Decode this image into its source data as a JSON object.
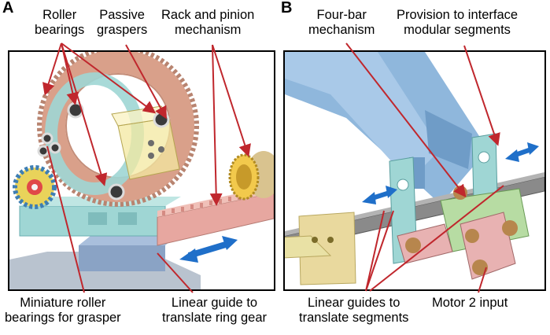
{
  "panels": {
    "a": {
      "letter": "A",
      "labels": {
        "roller_bearings": "Roller\nbearings",
        "passive_graspers": "Passive\ngraspers",
        "rack_pinion": "Rack and pinion\nmechanism",
        "miniature_roller": "Miniature roller\nbearings for grasper",
        "linear_guide_ring": "Linear guide to\ntranslate ring gear"
      }
    },
    "b": {
      "letter": "B",
      "labels": {
        "four_bar": "Four-bar\nmechanism",
        "provision": "Provision to interface\nmodular segments",
        "linear_guides_segments": "Linear guides to\ntranslate segments",
        "motor2": "Motor 2 input"
      }
    }
  },
  "colors": {
    "annotation_line": "#c0272d",
    "motion_arrow": "#1f6fc9",
    "ring_gear": "#d9a08a",
    "rack": "#e7a7a0",
    "teal_part": "#9fd6d4",
    "blue_tube": "#8fb7dc",
    "pinion": "#f2c94c",
    "yellow_gear": "#e9d35a",
    "guide_steel": "#8aa3c5",
    "grasper_clear": "#f3e8a0",
    "pink_link": "#e8b2b2",
    "green_link": "#b7dca3",
    "bronze": "#b7864d"
  }
}
